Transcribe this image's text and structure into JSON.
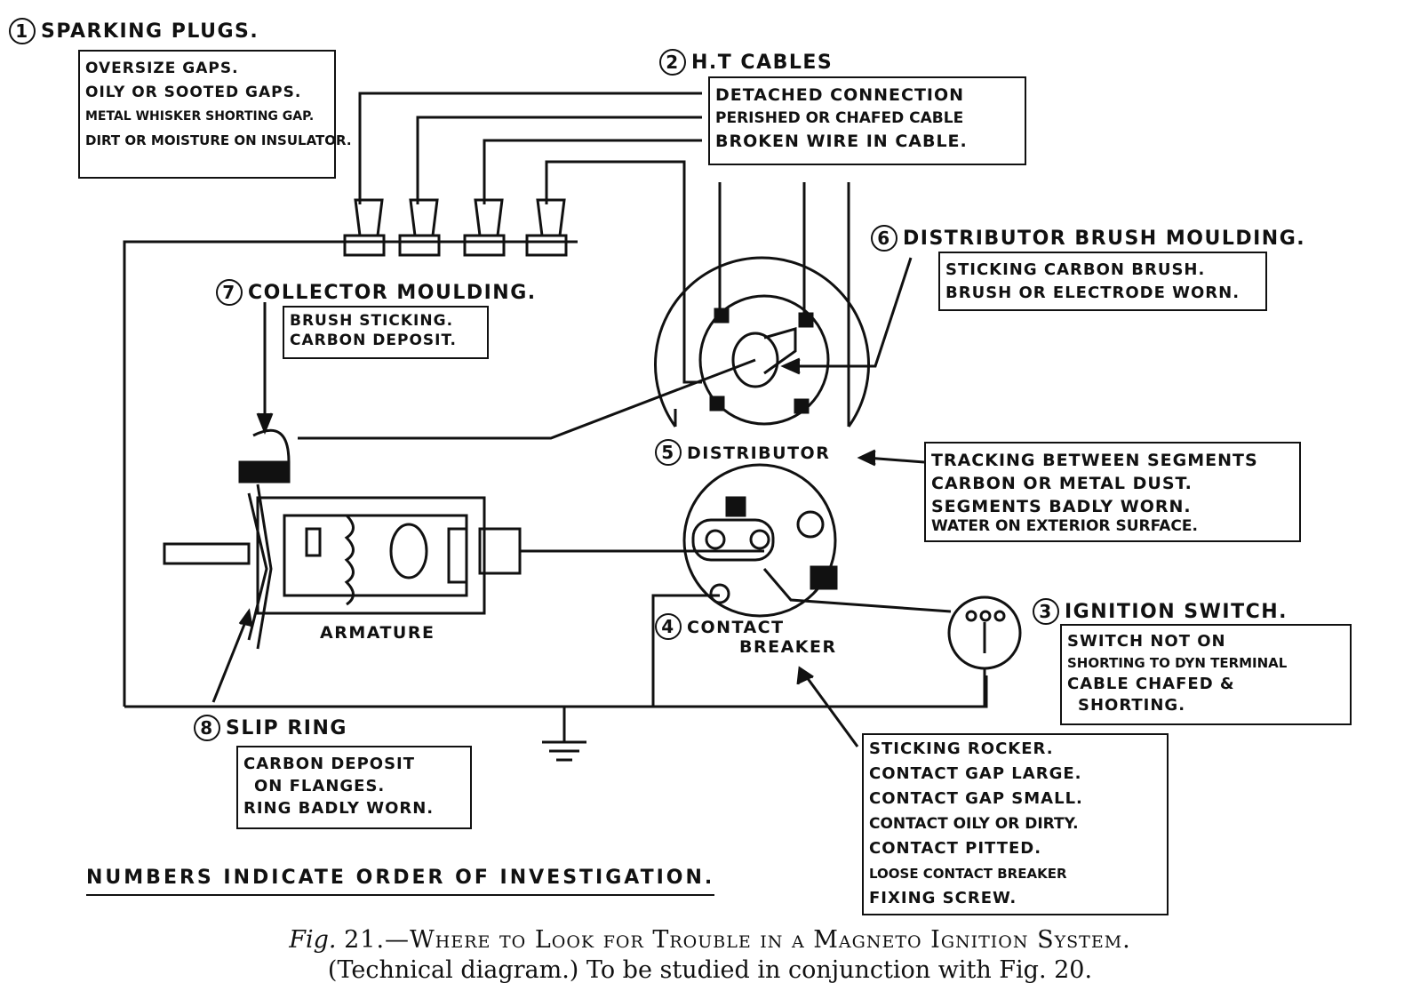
{
  "labels": {
    "sparking_plugs": {
      "num": "1",
      "title": "SPARKING PLUGS."
    },
    "ht_cables": {
      "num": "2",
      "title": "H.T CABLES"
    },
    "ignition_switch": {
      "num": "3",
      "title": "IGNITION SWITCH."
    },
    "contact_breaker": {
      "num": "4",
      "title_line1": "CONTACT",
      "title_line2": "BREAKER"
    },
    "distributor": {
      "num": "5",
      "title": "DISTRIBUTOR"
    },
    "distributor_brush": {
      "num": "6",
      "title": "DISTRIBUTOR BRUSH MOULDING."
    },
    "collector": {
      "num": "7",
      "title": "COLLECTOR MOULDING."
    },
    "slip_ring": {
      "num": "8",
      "title": "SLIP RING"
    },
    "armature": "ARMATURE"
  },
  "boxes": {
    "sparking_plugs": [
      "OVERSIZE GAPS.",
      "OILY OR SOOTED GAPS.",
      "METAL WHISKER SHORTING GAP.",
      "DIRT OR MOISTURE ON INSULATOR."
    ],
    "ht_cables": [
      "DETACHED CONNECTION",
      "PERISHED OR CHAFED CABLE",
      "BROKEN WIRE IN CABLE."
    ],
    "distributor_brush": [
      "STICKING CARBON BRUSH.",
      "BRUSH OR ELECTRODE WORN."
    ],
    "collector": [
      "BRUSH STICKING.",
      "CARBON DEPOSIT."
    ],
    "distributor": [
      "TRACKING BETWEEN SEGMENTS",
      "CARBON OR METAL DUST.",
      "SEGMENTS BADLY WORN.",
      "WATER ON EXTERIOR SURFACE."
    ],
    "ignition_switch": [
      "SWITCH NOT ON",
      "SHORTING TO DYN TERMINAL",
      "CABLE CHAFED &",
      "SHORTING."
    ],
    "slip_ring": [
      "CARBON DEPOSIT",
      "ON FLANGES.",
      "RING BADLY WORN."
    ],
    "contact_breaker": [
      "STICKING ROCKER.",
      "CONTACT GAP LARGE.",
      "CONTACT GAP SMALL.",
      "CONTACT OILY OR DIRTY.",
      "CONTACT PITTED.",
      "LOOSE CONTACT BREAKER",
      "FIXING SCREW."
    ]
  },
  "footnote": "NUMBERS INDICATE ORDER OF INVESTIGATION.",
  "caption": {
    "fig": "Fig.",
    "line1": "21.—Where to Look for Trouble in a Magneto Ignition System.",
    "line2": "(Technical diagram.) To be studied in conjunction with Fig. 20."
  }
}
